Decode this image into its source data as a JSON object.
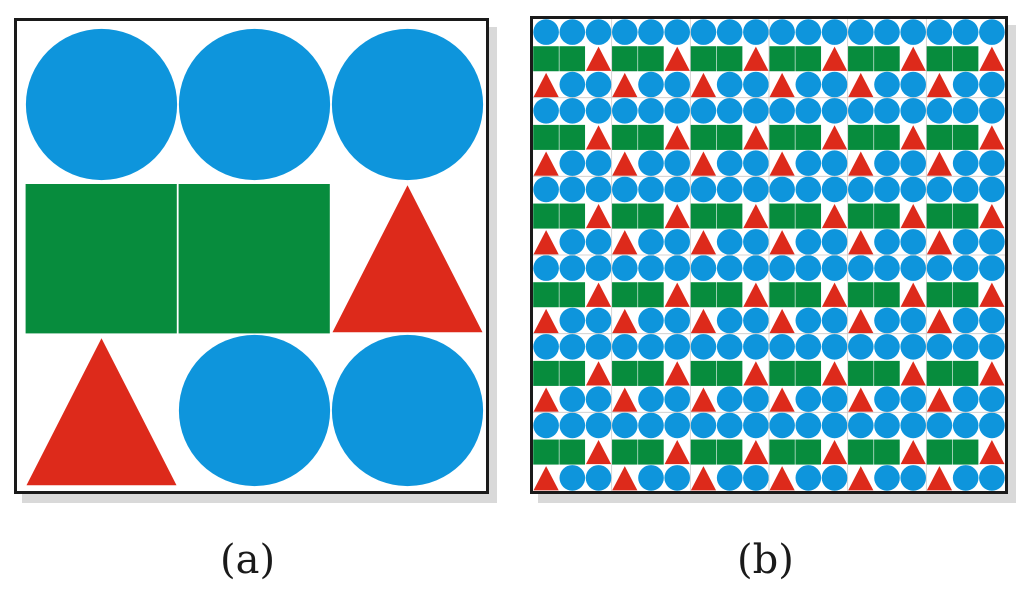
{
  "panels": [
    {
      "caption": "(a)",
      "layout": [
        [
          "circle",
          "circle",
          "circle"
        ],
        [
          "square",
          "square",
          "triangle"
        ],
        [
          "triangle",
          "circle",
          "circle"
        ]
      ]
    },
    {
      "caption": "(b)",
      "tile_repeat": [
        6,
        6
      ]
    }
  ],
  "colors": {
    "circle": "#0e95dc",
    "square": "#078c3d",
    "triangle": "#dd2a1b",
    "frame": "#1a1a1a",
    "shadow": "#d9d9d9"
  }
}
